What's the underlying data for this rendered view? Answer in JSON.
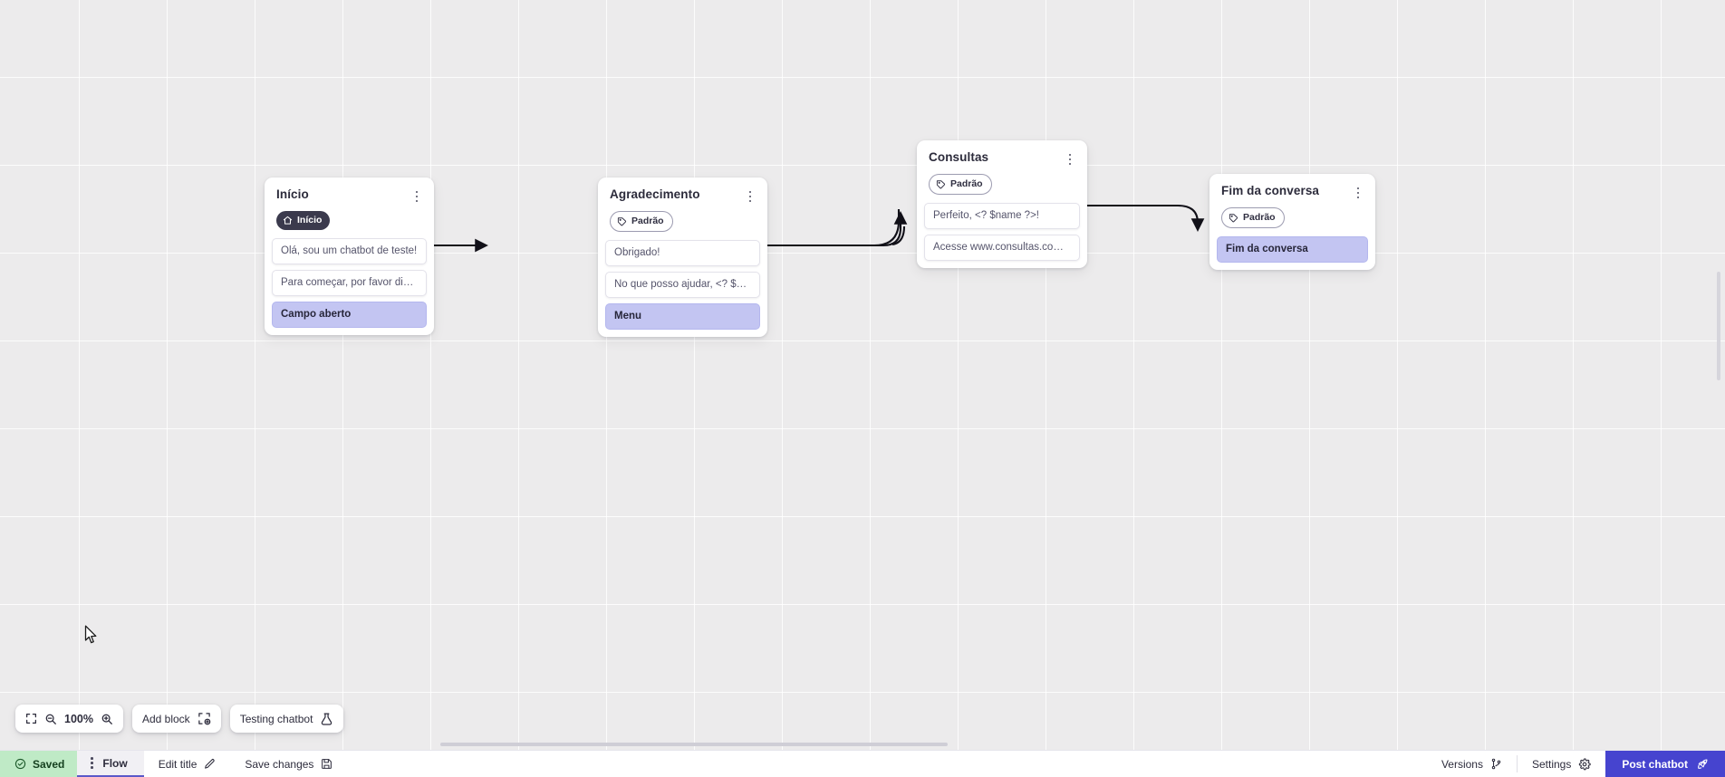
{
  "canvas": {
    "zoom_level": "100%",
    "nodes": [
      {
        "id": "inicio",
        "title": "Início",
        "badge": {
          "label": "Início",
          "style": "dark",
          "icon": "home-icon"
        },
        "rows": [
          {
            "text": "Olá, sou um chatbot de teste!",
            "accent": false
          },
          {
            "text": "Para começar, por favor digite o ...",
            "accent": false
          },
          {
            "text": "Campo aberto",
            "accent": true
          }
        ]
      },
      {
        "id": "agradecimento",
        "title": "Agradecimento",
        "badge": {
          "label": "Padrão",
          "style": "outline",
          "icon": "tag-icon"
        },
        "rows": [
          {
            "text": "Obrigado!",
            "accent": false
          },
          {
            "text": "No que posso ajudar, <? $name ...",
            "accent": false
          },
          {
            "text": "Menu",
            "accent": true
          }
        ]
      },
      {
        "id": "consultas",
        "title": "Consultas",
        "badge": {
          "label": "Padrão",
          "style": "outline",
          "icon": "tag-icon"
        },
        "rows": [
          {
            "text": "Perfeito, <? $name ?>!",
            "accent": false
          },
          {
            "text": "Acesse www.consultas.com par...",
            "accent": false
          }
        ]
      },
      {
        "id": "fim",
        "title": "Fim da conversa",
        "badge": {
          "label": "Padrão",
          "style": "outline",
          "icon": "tag-icon"
        },
        "rows": [
          {
            "text": "Fim da conversa",
            "accent": true
          }
        ]
      }
    ]
  },
  "toolbar": {
    "fit_icon": "fit-screen-icon",
    "zoom_out_icon": "zoom-out-icon",
    "zoom_in_icon": "zoom-in-icon",
    "zoom_level": "100%",
    "add_block_label": "Add block",
    "add_block_icon": "add-block-icon",
    "testing_label": "Testing chatbot",
    "testing_icon": "flask-icon"
  },
  "statusbar": {
    "saved_label": "Saved",
    "saved_icon": "check-circle-icon",
    "flow_label": "Flow",
    "flow_kebab_icon": "kebab-icon",
    "edit_title_label": "Edit title",
    "edit_title_icon": "pencil-icon",
    "save_changes_label": "Save changes",
    "save_changes_icon": "floppy-icon",
    "versions_label": "Versions",
    "versions_icon": "branch-icon",
    "settings_label": "Settings",
    "settings_icon": "gear-icon",
    "post_label": "Post chatbot",
    "post_icon": "rocket-icon"
  },
  "colors": {
    "accent": "#4644cf",
    "saved_bg": "#bfeac6",
    "node_accent_row": "#c3c5f2",
    "badge_dark": "#3b3a4d"
  }
}
